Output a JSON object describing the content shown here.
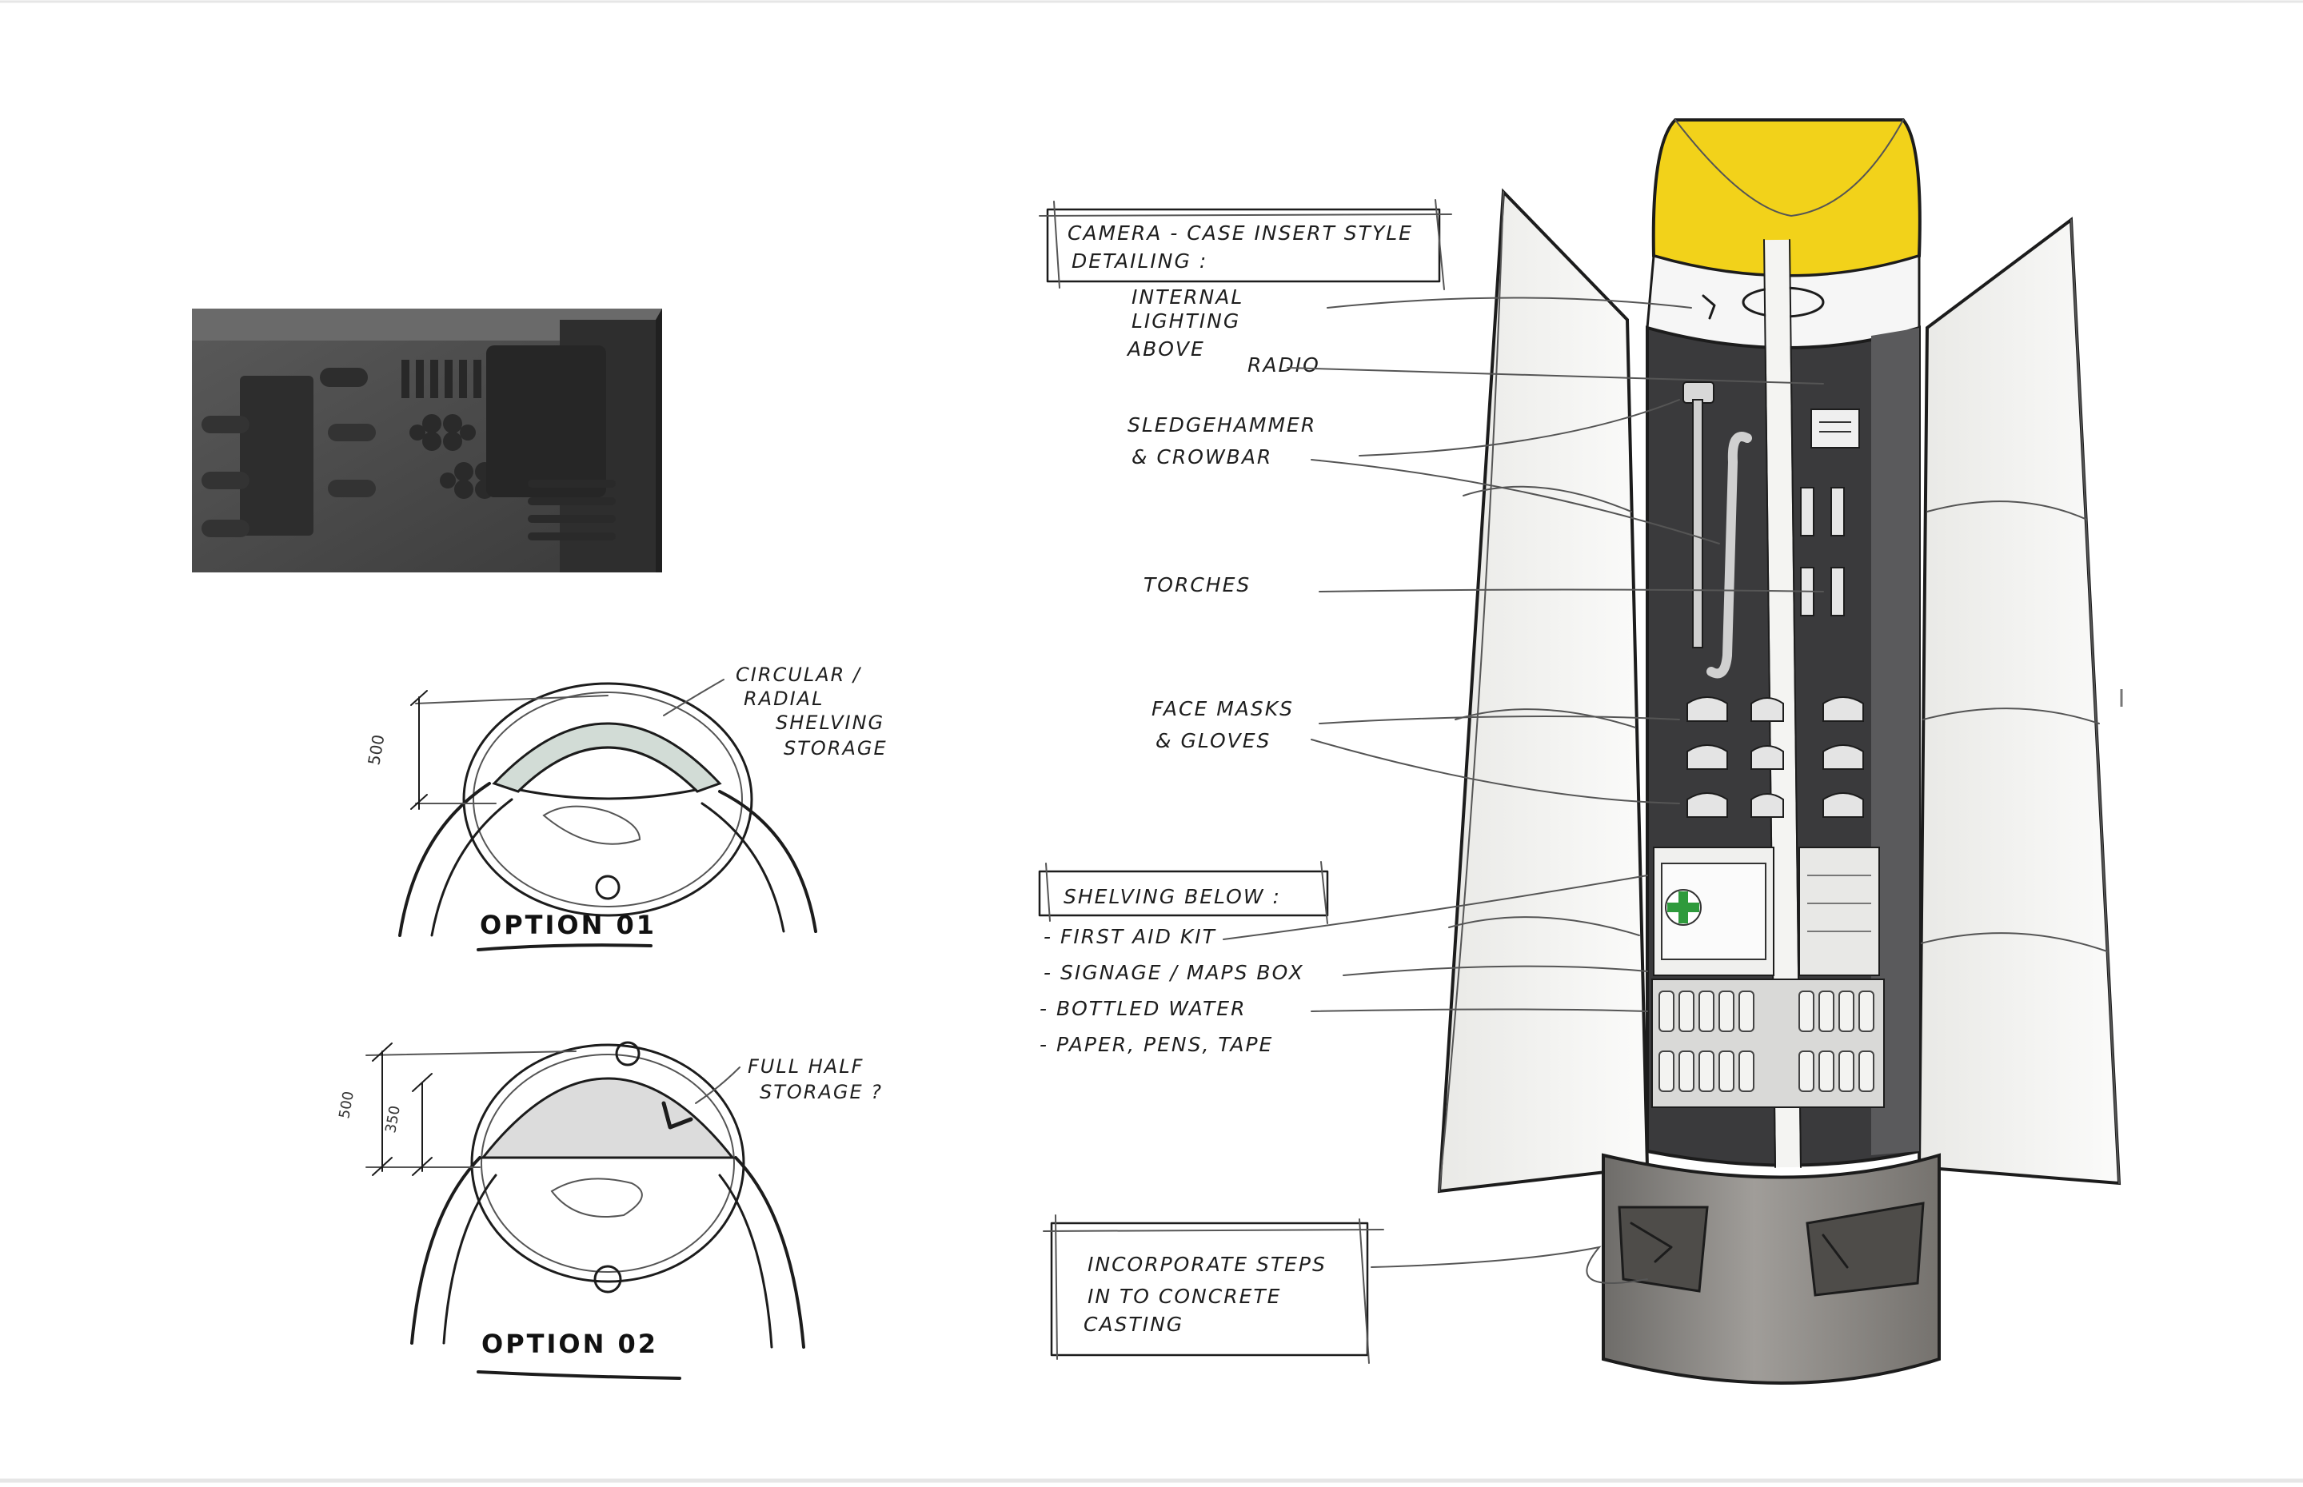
{
  "photo": {
    "icon": "camera-case-foam-insert"
  },
  "plan_options": [
    {
      "title": "OPTION 01",
      "dims": [
        "500"
      ],
      "annotation": [
        "CIRCULAR /",
        "RADIAL",
        "SHELVING",
        "STORAGE"
      ]
    },
    {
      "title": "OPTION 02",
      "dims": [
        "500",
        "350"
      ],
      "annotation": [
        "FULL HALF",
        "STORAGE ?"
      ]
    }
  ],
  "callouts": {
    "camera_case": [
      "CAMERA - CASE INSERT STYLE",
      "DETAILING :"
    ],
    "lighting": [
      "INTERNAL",
      "LIGHTING",
      "ABOVE",
      "RADIO"
    ],
    "sledgehammer": [
      "SLEDGEHAMMER",
      "& CROWBAR"
    ],
    "torches": [
      "TORCHES"
    ],
    "masks": [
      "FACE MASKS",
      "& GLOVES"
    ],
    "shelving_title": "SHELVING BELOW :",
    "shelving_items": [
      "- FIRST AID KIT",
      "- SIGNAGE / MAPS BOX",
      "- BOTTLED WATER",
      "- PAPER, PENS, TAPE"
    ],
    "steps": [
      "INCORPORATE STEPS",
      "IN TO CONCRETE",
      "CASTING"
    ]
  },
  "colors": {
    "cap_yellow": "#f2d21a",
    "interior_dark": "#3a3a3c",
    "foam": "#4a4a4a",
    "concrete": "#8d8a86",
    "panel": "#f4f4f2",
    "first_aid_cross": "#2e9a3c"
  }
}
